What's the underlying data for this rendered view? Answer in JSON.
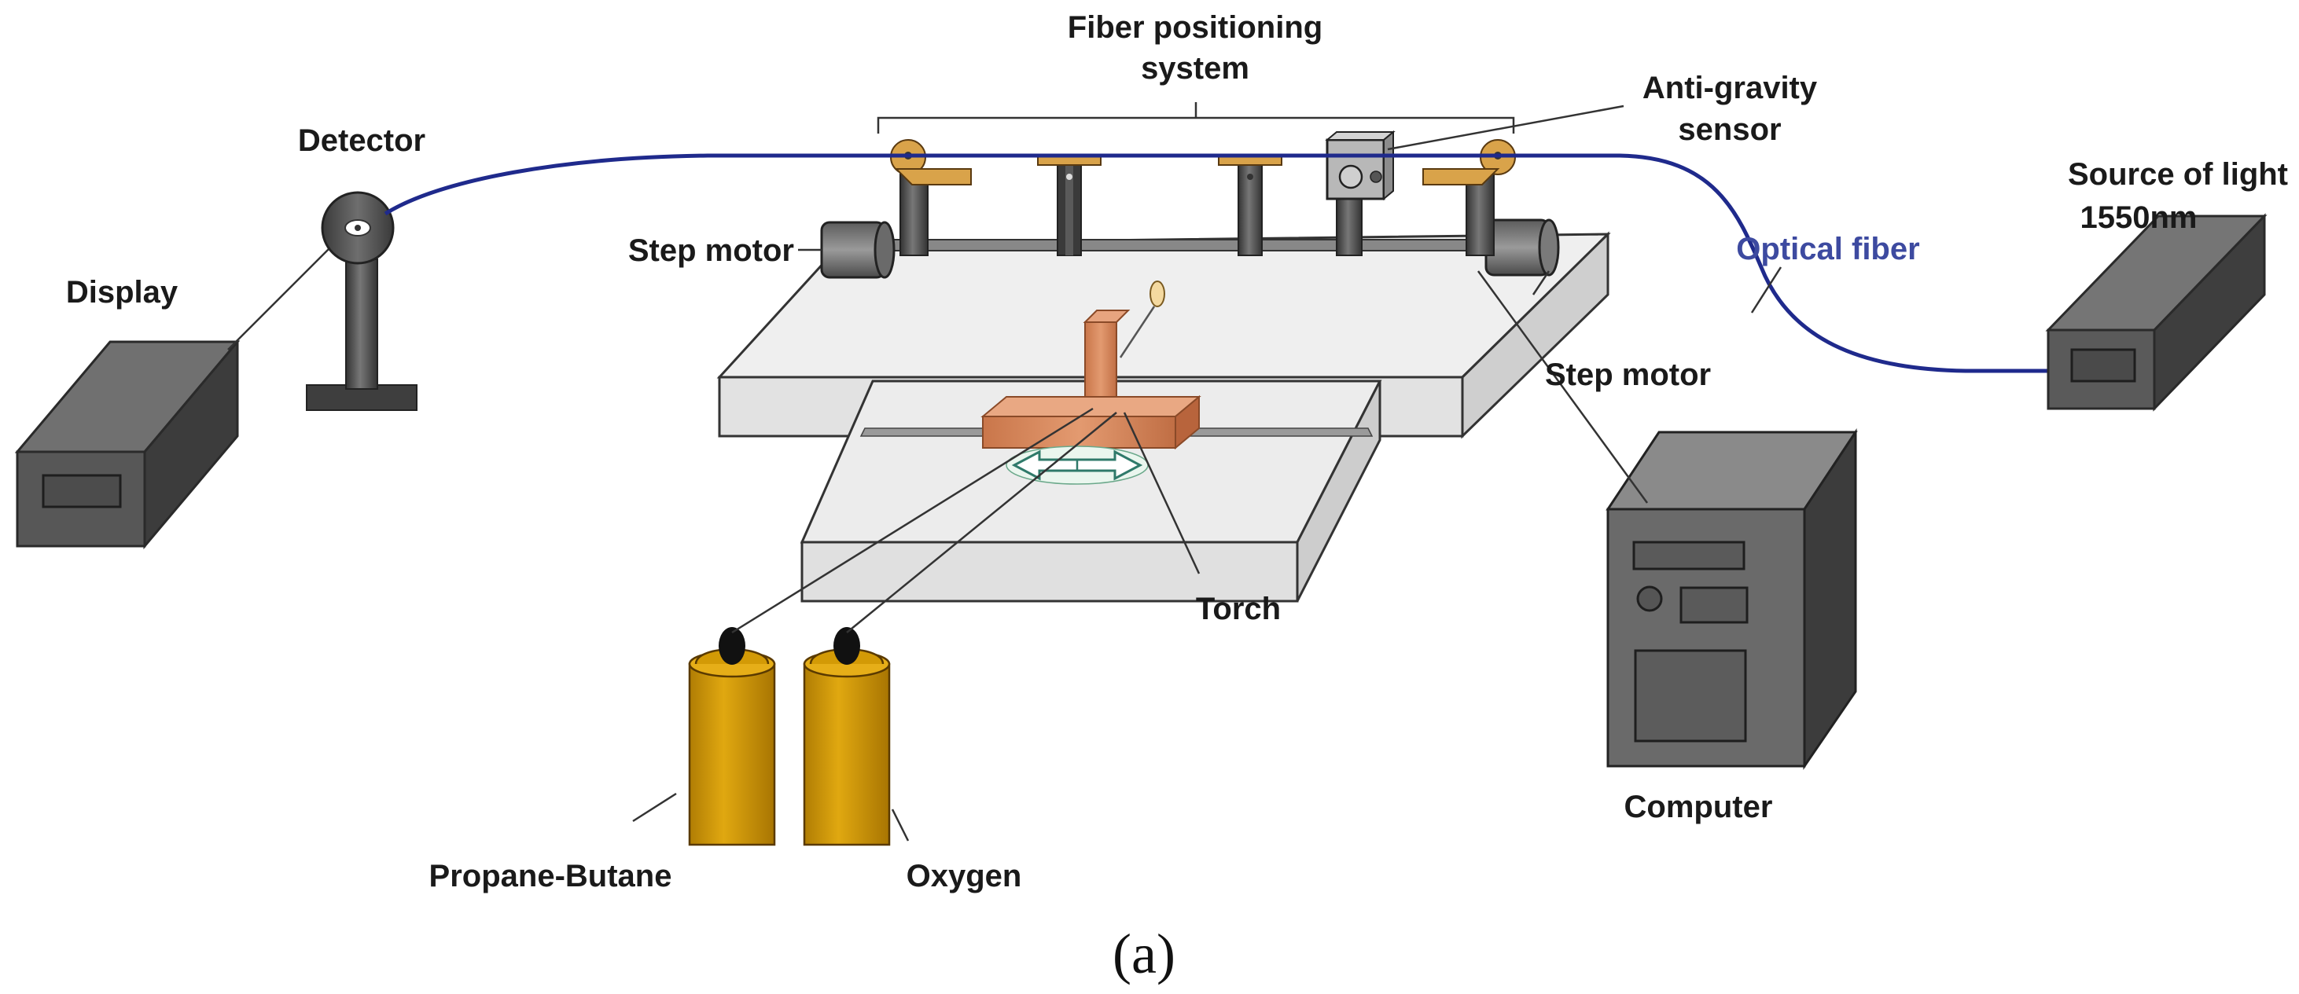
{
  "labels": {
    "fiber_positioning_line1": "Fiber positioning",
    "fiber_positioning_line2": "system",
    "anti_gravity_line1": "Anti-gravity",
    "anti_gravity_line2": "sensor",
    "detector": "Detector",
    "display": "Display",
    "step_motor_left": "Step motor",
    "step_motor_right": "Step motor",
    "source_line1": "Source of light",
    "source_line2": "1550nm",
    "optical_fiber": "Optical fiber",
    "torch": "Torch",
    "computer": "Computer",
    "propane_butane": "Propane-Butane",
    "oxygen": "Oxygen"
  },
  "caption": "(a)",
  "colors": {
    "fiber": "#1f2a8c",
    "fiber_label": "#3d4aa0",
    "torch": "#d9875a",
    "cylinder": "#d39a06",
    "clamp": "#d9a34a",
    "device_dark": "#4a4a4a",
    "device_mid": "#8a8a8a",
    "table": "#e6e6e6"
  }
}
